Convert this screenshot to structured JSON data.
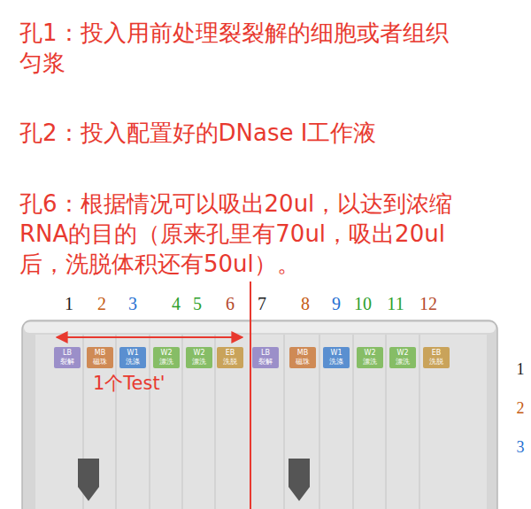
{
  "diagram": {
    "nodes": [
      {
        "text": [
          "LB",
          "裂解"
        ]
      },
      {
        "text": [
          "MB",
          "磁珠"
        ]
      },
      {
        "text": [
          "W1",
          "洗涤"
        ]
      },
      {
        "text": [
          "W2",
          "漂洗"
        ]
      },
      {
        "text": [
          "W2",
          "漂洗"
        ]
      },
      {
        "text": [
          "EB",
          "洗脱"
        ]
      },
      {
        "text": [
          "LB",
          "裂解"
        ]
      },
      {
        "text": [
          "MB",
          "磁珠"
        ]
      },
      {
        "text": [
          "W1",
          "洗涤"
        ]
      },
      {
        "text": [
          "W2",
          "漂洗"
        ]
      },
      {
        "text": [
          "W2",
          "漂洗"
        ]
      },
      {
        "text": [
          "EB",
          "洗脱"
        ]
      }
    ],
    "labels": [
      "孔1：投入用前处理裂裂解的细胞或者组织匀浆",
      "孔2：投入配置好的DNase I工作液",
      "孔6：根据情况可以吸出20ul，以达到浓缩RNA的目的（原来孔里有70ul，吸出20ul后，洗脱体积还有50ul）。",
      "1",
      "2",
      "3",
      "4",
      "5",
      "6",
      "7",
      "8",
      "9",
      "10",
      "11",
      "12",
      "1个Test'",
      "1",
      "2",
      "3"
    ]
  }
}
